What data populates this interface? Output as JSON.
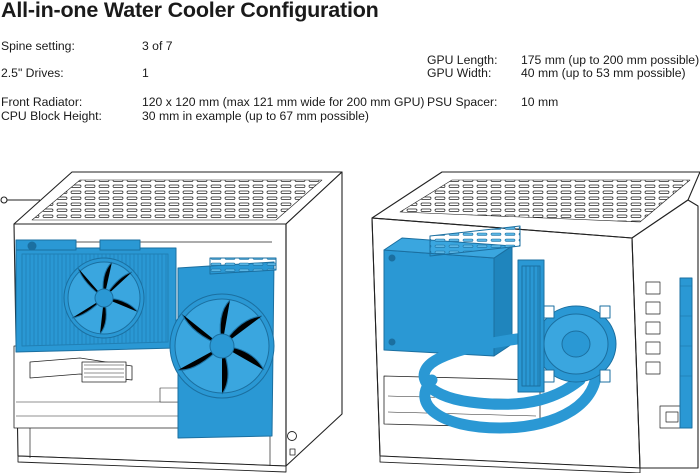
{
  "title": "All-in-one Water Cooler Configuration",
  "specs": {
    "spine_setting": {
      "label": "Spine setting:",
      "value": "3 of 7"
    },
    "drives": {
      "label": "2.5\" Drives:",
      "value": "1"
    },
    "front_radiator": {
      "label": "Front Radiator:",
      "value": "120 x 120 mm (max 121 mm wide for 200 mm GPU)"
    },
    "cpu_block_height": {
      "label": "CPU Block Height:",
      "value": "30 mm in example (up to 67 mm possible)"
    },
    "gpu_length": {
      "label": "GPU Length:",
      "value": "175 mm (up to 200 mm possible)"
    },
    "gpu_width": {
      "label": "GPU Width:",
      "value": "40 mm (up to 53 mm possible)"
    },
    "psu_spacer": {
      "label": "PSU Spacer:",
      "value": "10 mm"
    }
  },
  "colors": {
    "component_blue": "#2a98d4",
    "component_blue_dark": "#1b6fa0",
    "case_line": "#222222",
    "case_fill": "#ffffff"
  },
  "icons": [
    "power-button-icon",
    "fan-icon",
    "io-ports-icon"
  ]
}
